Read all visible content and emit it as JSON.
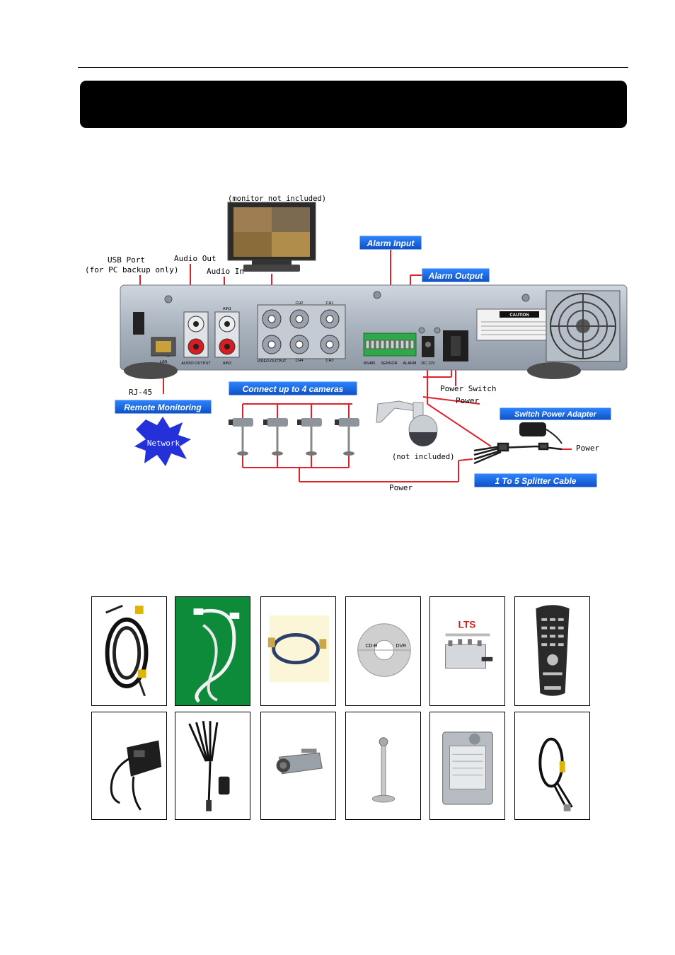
{
  "header": {
    "title": ""
  },
  "diagram": {
    "monitor_label": "(monitor not included)",
    "usb_label_1": "USB Port",
    "usb_label_2": "(for PC backup only)",
    "audio_out_label": "Audio Out",
    "audio_in_label": "Audio In",
    "alarm_input_label": "Alarm Input",
    "alarm_output_label": "Alarm Output",
    "rj45_label": "RJ-45",
    "remote_monitoring_label": "Remote Monitoring",
    "network_label": "Network",
    "connect_cameras_label": "Connect up to 4 cameras",
    "power_switch_label": "Power Switch",
    "power_label_1": "Power",
    "switch_adapter_label": "Switch Power Adapter",
    "power_label_2": "Power",
    "ptz_label": "(not included)",
    "splitter_label": "1 To 5 Splitter Cable",
    "power_label_3": "Power",
    "panel": {
      "lan": "LAN",
      "audio_output": "AUDIO OUTPUT",
      "ain1": "AIN1",
      "ain2": "AIN2",
      "video_output": "VIDEO OUTPUT",
      "ch1": "CH1",
      "ch2": "CH2",
      "ch3": "CH3",
      "ch4": "CH4",
      "rs485": "RS485",
      "sensor": "SENSOR",
      "alarm": "ALARM",
      "dc12v": "DC 12V",
      "caution": "CAUTION"
    }
  },
  "accessories": {
    "lts_logo": "LTS",
    "cd_label_left": "CD-R",
    "cd_label_right": "DVR"
  },
  "colors": {
    "panel": "#aeb7c2",
    "callout_blue": "#1f6fe6",
    "wire_red": "#e0202a",
    "network_blue": "#2430d8"
  }
}
